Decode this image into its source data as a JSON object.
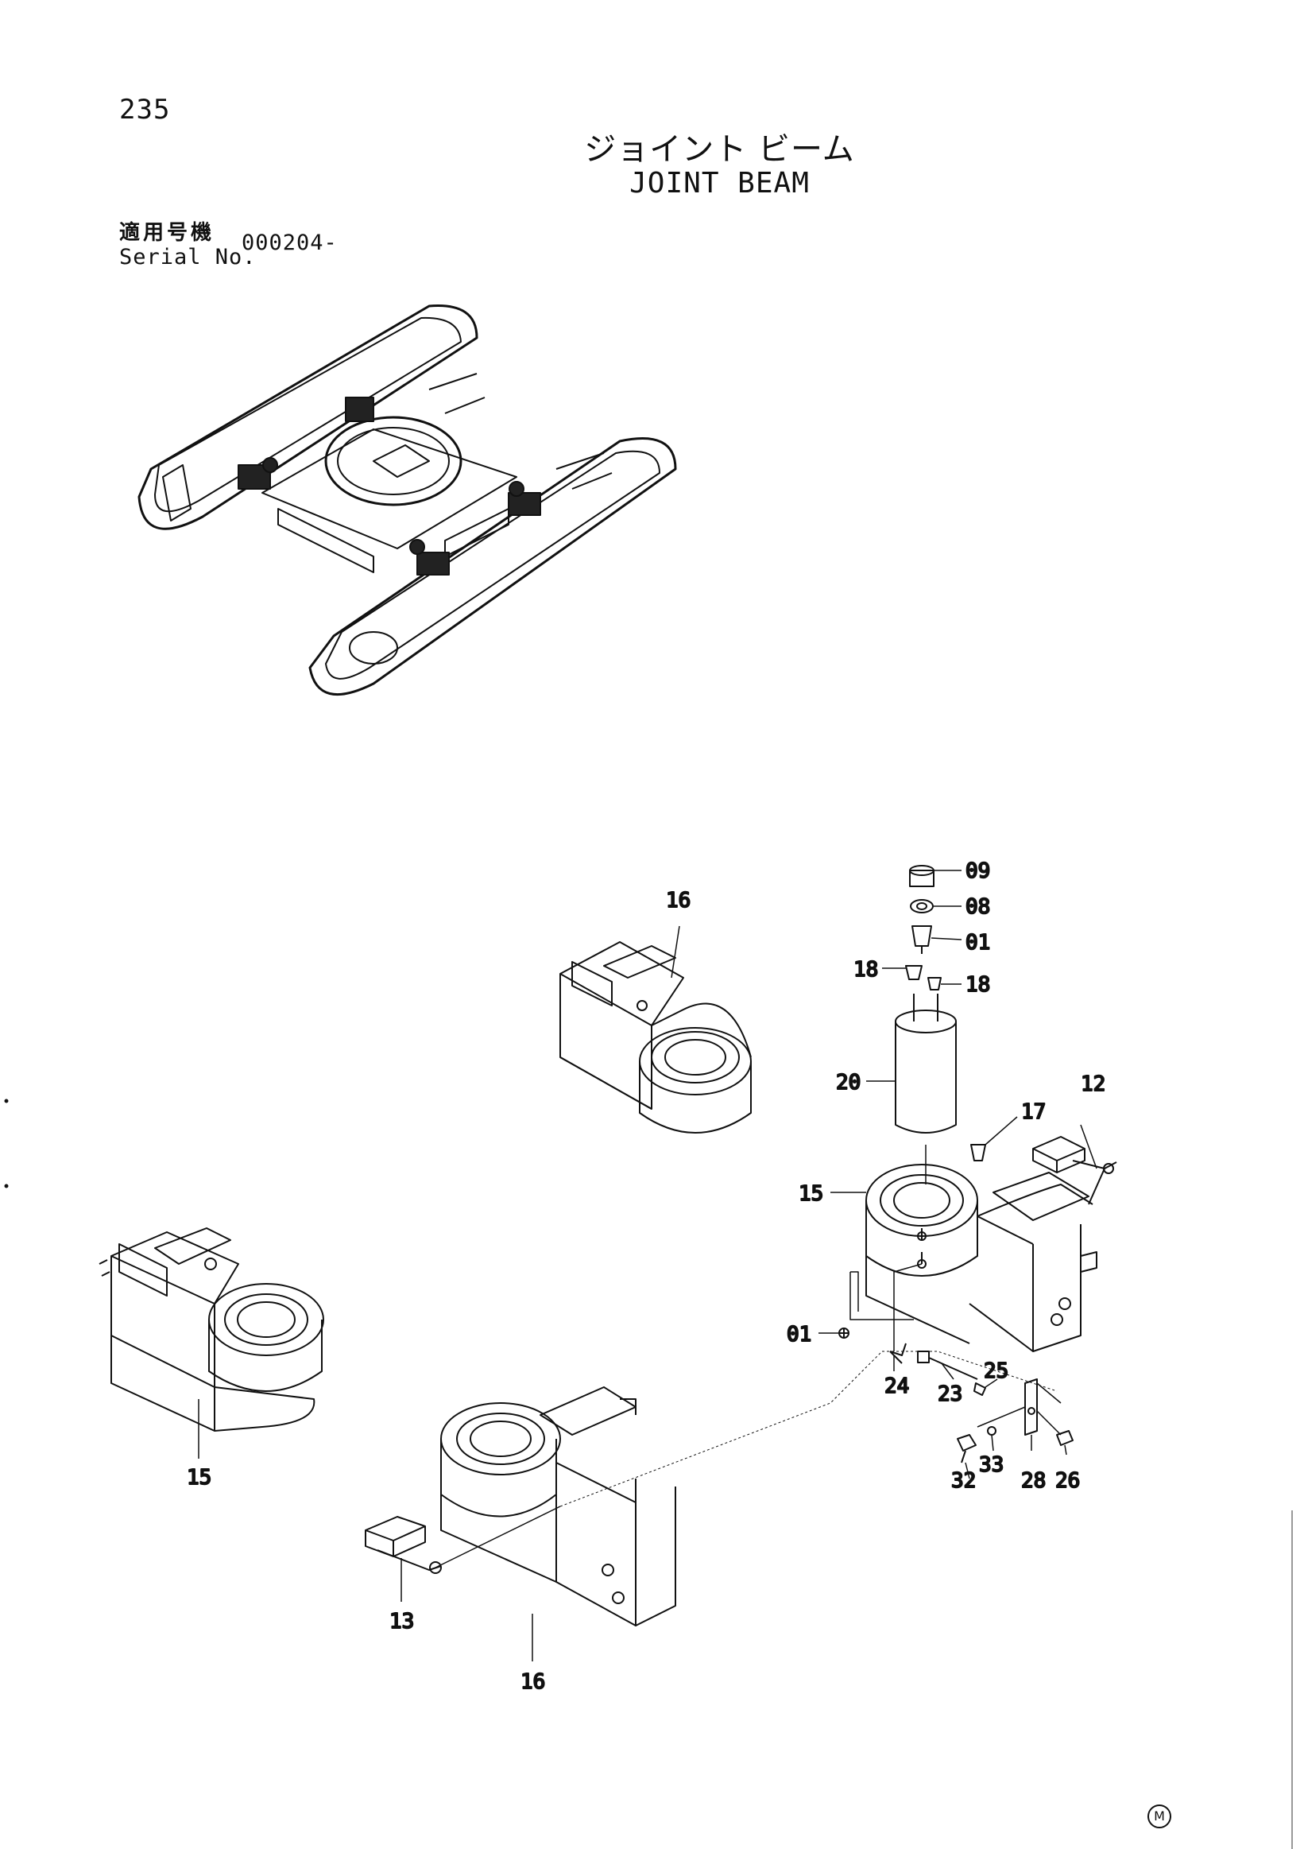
{
  "header": {
    "page_number": "235",
    "title_jp": "ジョイント ビーム",
    "title_en": "JOINT BEAM",
    "serial_label_jp": "適用号機",
    "serial_label_en": "Serial No.",
    "serial_value": "000204-"
  },
  "footer": {
    "mark": "M"
  },
  "callouts": {
    "c09": "09",
    "c08": "08",
    "c01_top": "01",
    "c18_left": "18",
    "c18_right": "18",
    "c20": "20",
    "c17": "17",
    "c12": "12",
    "c15_right": "15",
    "c01_left": "01",
    "c24": "24",
    "c23": "23",
    "c25": "25",
    "c33": "33",
    "c32": "32",
    "c28": "28",
    "c26": "26",
    "c16_top": "16",
    "c15_left": "15",
    "c13": "13",
    "c16_bottom": "16"
  }
}
